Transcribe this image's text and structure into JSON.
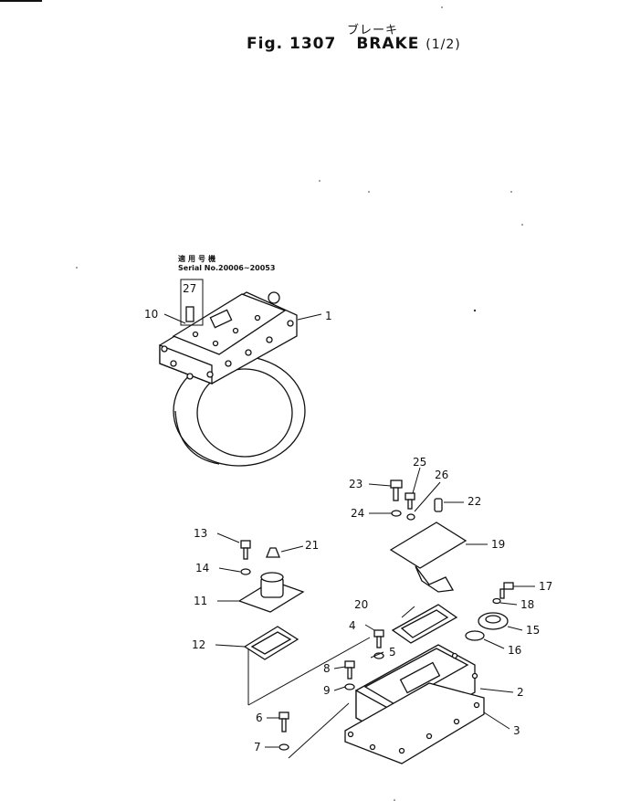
{
  "header": {
    "title_jp": "ブレーキ",
    "fig": "Fig. 1307",
    "title": "BRAKE",
    "part": "(1/2)"
  },
  "serial_note": {
    "label_jp": "適用号機",
    "text": "Serial No.20006~20053"
  },
  "callouts": {
    "c1": "1",
    "c2": "2",
    "c3": "3",
    "c4": "4",
    "c5": "5",
    "c6": "6",
    "c7": "7",
    "c8": "8",
    "c9": "9",
    "c10": "10",
    "c11": "11",
    "c12": "12",
    "c13": "13",
    "c14": "14",
    "c15": "15",
    "c16": "16",
    "c17": "17",
    "c18": "18",
    "c19": "19",
    "c20": "20",
    "c21": "21",
    "c22": "22",
    "c23": "23",
    "c24": "24",
    "c25": "25",
    "c26": "26",
    "c27": "27"
  }
}
